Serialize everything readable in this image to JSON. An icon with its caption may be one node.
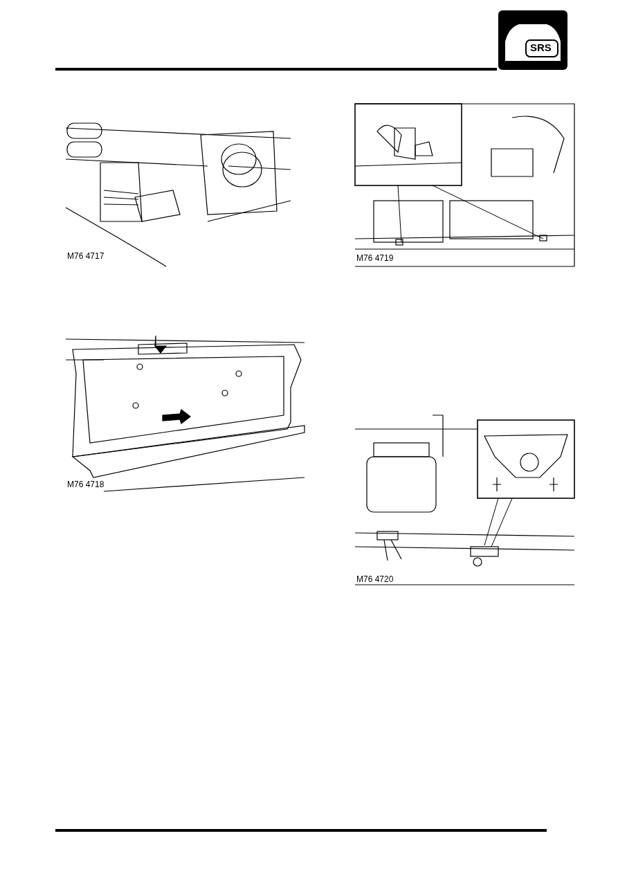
{
  "diagram": {
    "labels": [
      "SRS",
      "M76 4717",
      "M76 4719",
      "M76 4718",
      "M76 4720"
    ]
  }
}
